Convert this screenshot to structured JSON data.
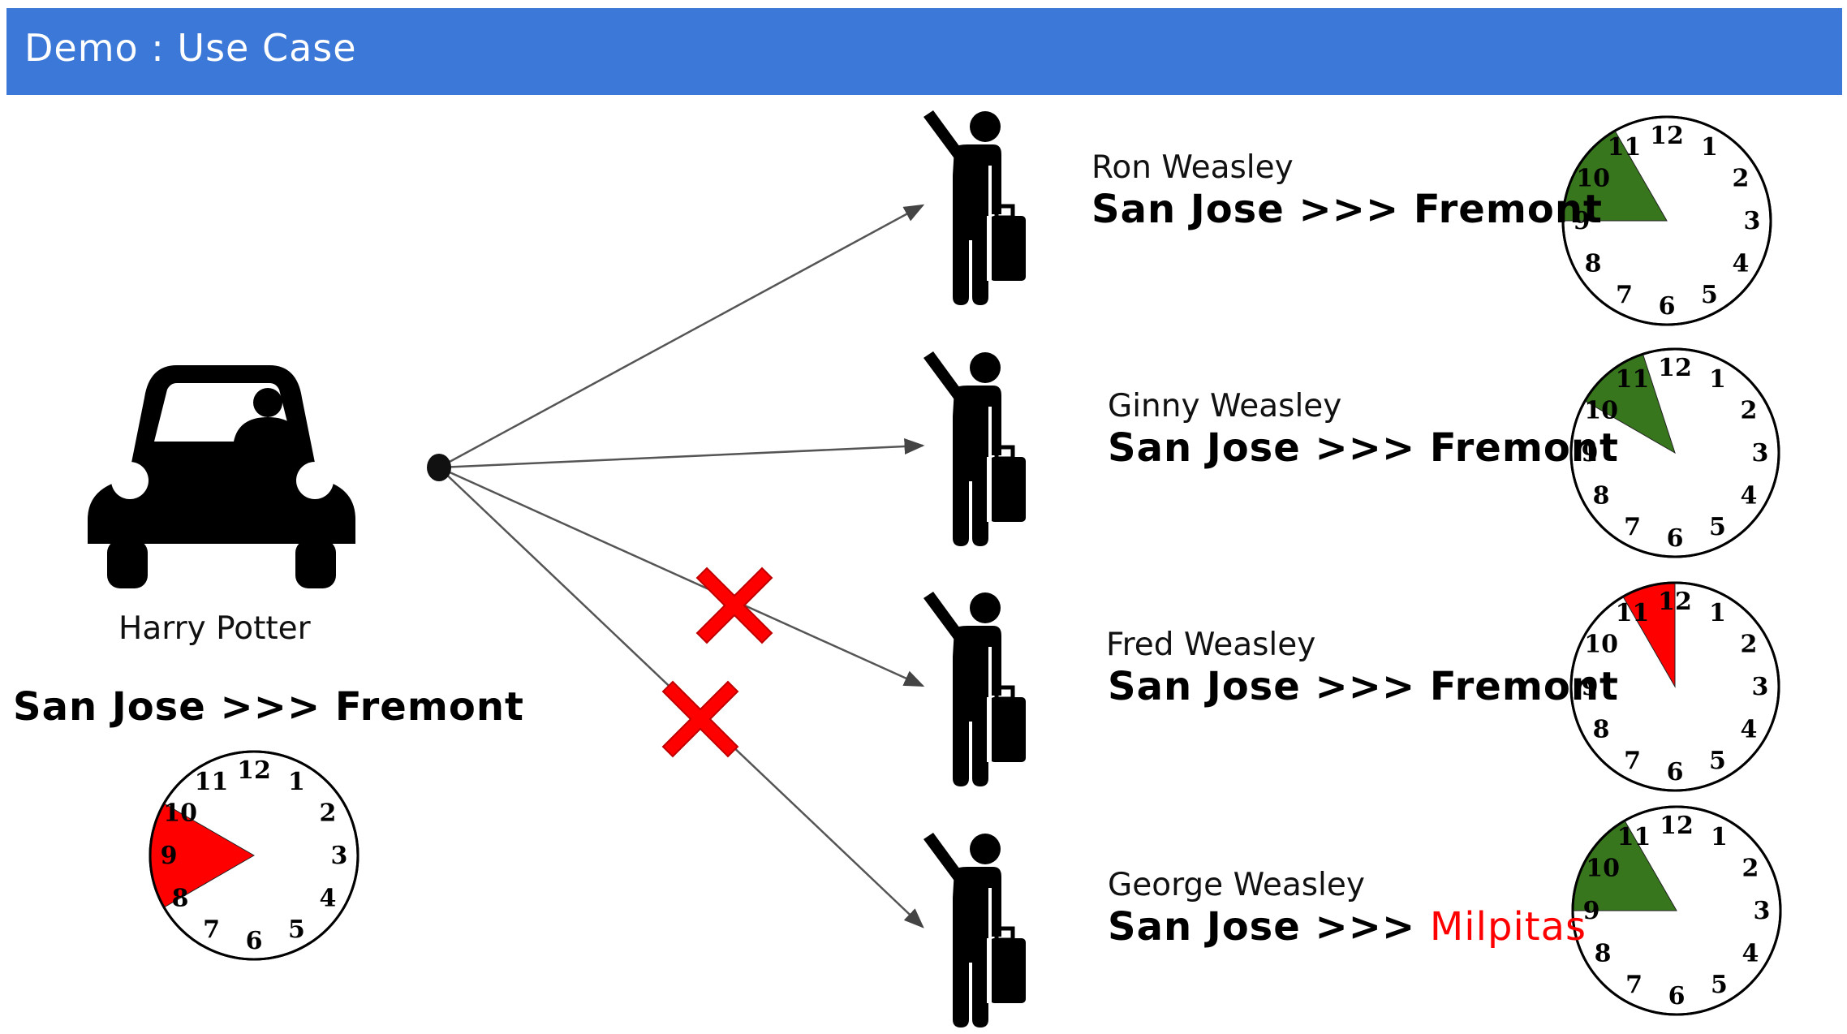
{
  "slide": {
    "title": "Demo : Use Case"
  },
  "driver": {
    "name": "Harry Potter",
    "route": "San Jose >>> Fremont",
    "clock_wedge_color": "#ff0000",
    "clock_wedge_hours": [
      8,
      10
    ]
  },
  "riders": [
    {
      "name": "Ron Weasley",
      "route_from": "San Jose >>> ",
      "route_to": "Fremont",
      "dest_color": "#000000",
      "clock_wedge_color": "#38761d",
      "clock_wedge_hours": [
        9,
        11
      ],
      "match": true
    },
    {
      "name": "Ginny Weasley",
      "route_from": "San Jose >>> ",
      "route_to": "Fremont",
      "dest_color": "#000000",
      "clock_wedge_color": "#38761d",
      "clock_wedge_hours": [
        10,
        11.4
      ],
      "match": true
    },
    {
      "name": "Fred Weasley",
      "route_from": "San Jose >>> ",
      "route_to": "Fremont",
      "dest_color": "#000000",
      "clock_wedge_color": "#ff0000",
      "clock_wedge_hours": [
        11,
        12
      ],
      "match": false
    },
    {
      "name": "George Weasley",
      "route_from": "San Jose >>> ",
      "route_to": "Milpitas",
      "dest_color": "#ff0000",
      "clock_wedge_color": "#38761d",
      "clock_wedge_hours": [
        9,
        11
      ],
      "match": false
    }
  ],
  "clock_numbers": [
    "12",
    "1",
    "2",
    "3",
    "4",
    "5",
    "6",
    "7",
    "8",
    "9",
    "10",
    "11"
  ],
  "icons": {
    "car": "car-icon",
    "passenger": "hitchhiker-icon",
    "reject": "red-x-icon",
    "clock": "clock-icon"
  }
}
